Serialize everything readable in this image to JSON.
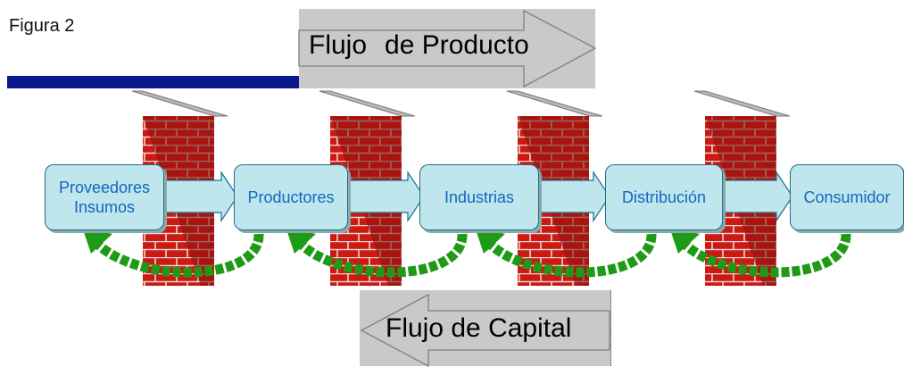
{
  "figure_label": "Figura 2",
  "product_flow": {
    "word1": "Flujo",
    "word2": "de",
    "word3": "Producto"
  },
  "capital_flow": {
    "label": "Flujo de Capital"
  },
  "nodes": [
    {
      "line1": "Proveedores",
      "line2": "Insumos"
    },
    {
      "line1": "Productores"
    },
    {
      "line1": "Industrias"
    },
    {
      "line1": "Distribución"
    },
    {
      "line1": "Consumidor"
    }
  ],
  "colors": {
    "node_fill": "#bfe6ec",
    "node_text": "#1565c0",
    "brick": "#cc1a12",
    "return_arrow": "#1f9a17",
    "bar": "#0a1a8c",
    "flow_box": "#c9c9c9"
  }
}
